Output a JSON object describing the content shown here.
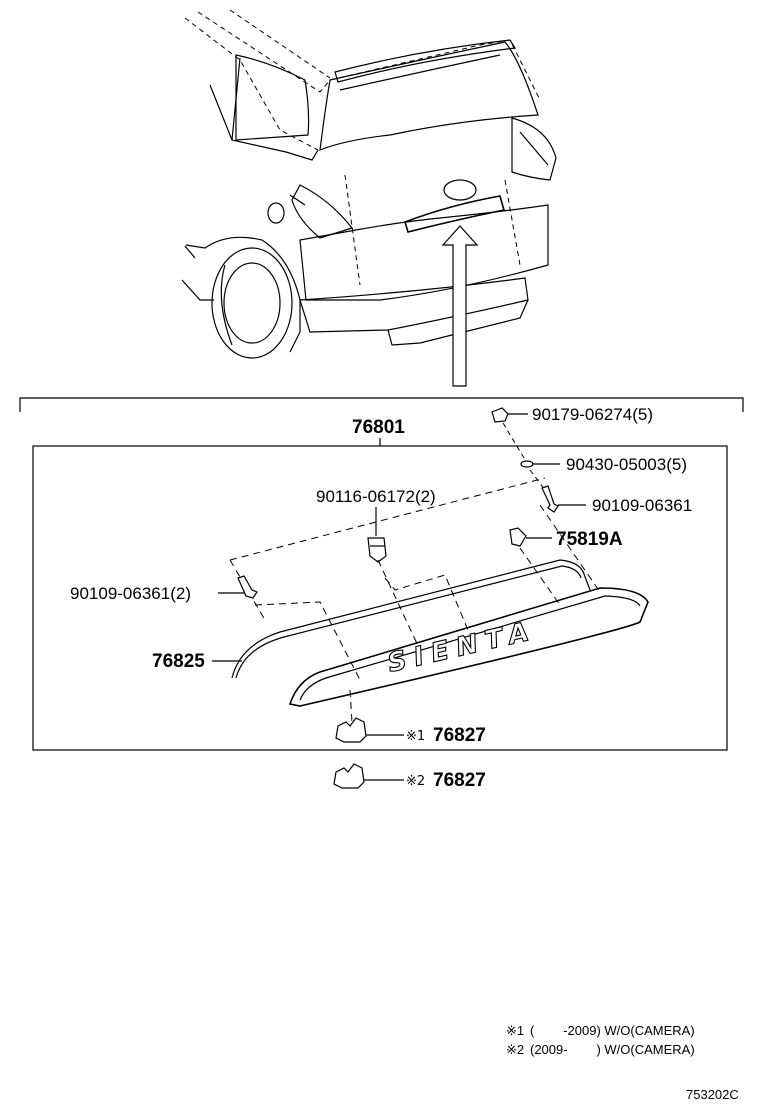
{
  "assembly_label": "76801",
  "parts": {
    "clip_top": "90179-06274(5)",
    "nut": "90430-05003(5)",
    "screw_right": "90109-06361",
    "bolt_center": "90116-06172(2)",
    "emblem": "75819A",
    "screw_left": "90109-06361(2)",
    "moulding": "76825",
    "cover_1": "76827",
    "cover_2": "76827"
  },
  "markers": {
    "m1": "※1",
    "m2": "※2"
  },
  "emblem_text": "SIENTA",
  "notes": [
    {
      "mark": "※1",
      "text": "(        -2009) W/O(CAMERA)"
    },
    {
      "mark": "※2",
      "text": "(2009-        ) W/O(CAMERA)"
    }
  ],
  "diagram_code": "753202C"
}
